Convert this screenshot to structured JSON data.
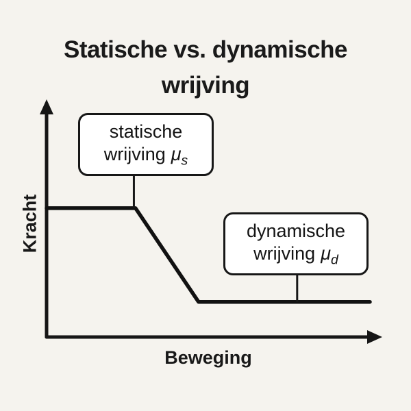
{
  "header": {
    "title_line1": "Statische vs. dynamische",
    "title_line2": "wrijving"
  },
  "colors": {
    "background": "#f5f3ee",
    "ink": "#1a1a1a",
    "box_background": "#ffffff"
  },
  "axes": {
    "x_label": "Beweging",
    "y_label": "Kracht"
  },
  "callouts": {
    "static": {
      "line1": "statische",
      "line2_text": "wrijving",
      "symbol": "μ",
      "subscript": "s"
    },
    "dynamic": {
      "line1": "dynamische",
      "line2_text": "wrijving",
      "symbol": "μ",
      "subscript": "d"
    }
  },
  "chart_data": {
    "type": "line",
    "title": "Statische vs. dynamische wrijving",
    "xlabel": "Beweging",
    "ylabel": "Kracht",
    "x": [
      0,
      2.75,
      4.7,
      10
    ],
    "y": [
      6.6,
      6.6,
      1.8,
      1.8
    ],
    "xlim": [
      0,
      10
    ],
    "ylim": [
      0,
      12
    ],
    "grid": false,
    "legend": false,
    "annotations": [
      {
        "text": "statische wrijving μs",
        "attach_x": 2.7,
        "segment": "static"
      },
      {
        "text": "dynamische wrijving μd",
        "attach_x": 7.75,
        "segment": "dynamic"
      }
    ]
  }
}
